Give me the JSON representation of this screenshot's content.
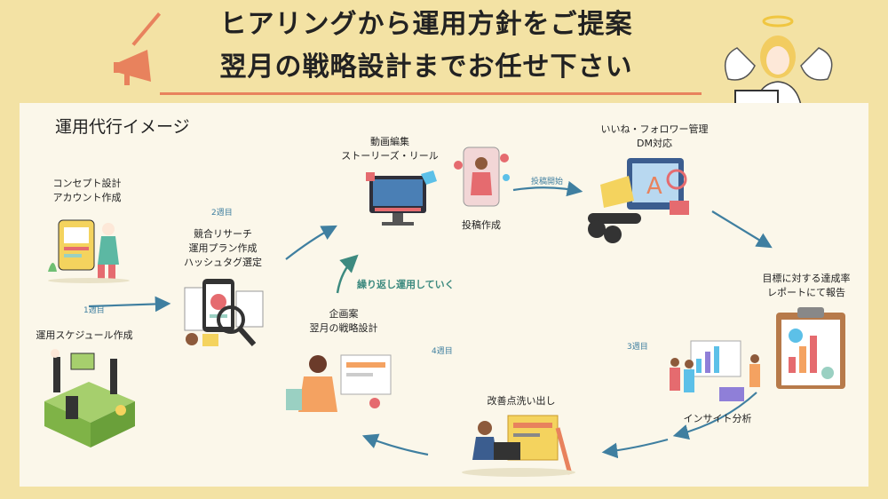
{
  "header": {
    "line1": "ヒアリングから運用方針をご提案",
    "line2": "翌月の戦略設計までお任せ下さい"
  },
  "panel_title": "運用代行イメージ",
  "steps": {
    "concept": [
      "コンセプト設計",
      "アカウント作成"
    ],
    "schedule": "運用スケジュール作成",
    "research": [
      "競合リサーチ",
      "運用プラン作成",
      "ハッシュタグ選定"
    ],
    "editing": [
      "動画編集",
      "ストーリーズ・リール"
    ],
    "posting": "投稿作成",
    "management": [
      "いいね・フォロワー管理",
      "DM対応"
    ],
    "report": [
      "目標に対する達成率",
      "レポートにて報告"
    ],
    "insight": "インサイト分析",
    "improve": "改善点洗い出し",
    "plan": [
      "企画案",
      "翌月の戦略設計"
    ]
  },
  "weeks": {
    "w1": "1週目",
    "w2": "2週目",
    "w3": "3週目",
    "w4": "4週目"
  },
  "post_start": "投稿開始",
  "repeat": "繰り返し運用していく",
  "colors": {
    "background": "#f3e2a4",
    "panel": "#fbf7ea",
    "accent": "#e8825d",
    "arrow": "#3f7fa0",
    "teal": "#3d8a7f"
  }
}
